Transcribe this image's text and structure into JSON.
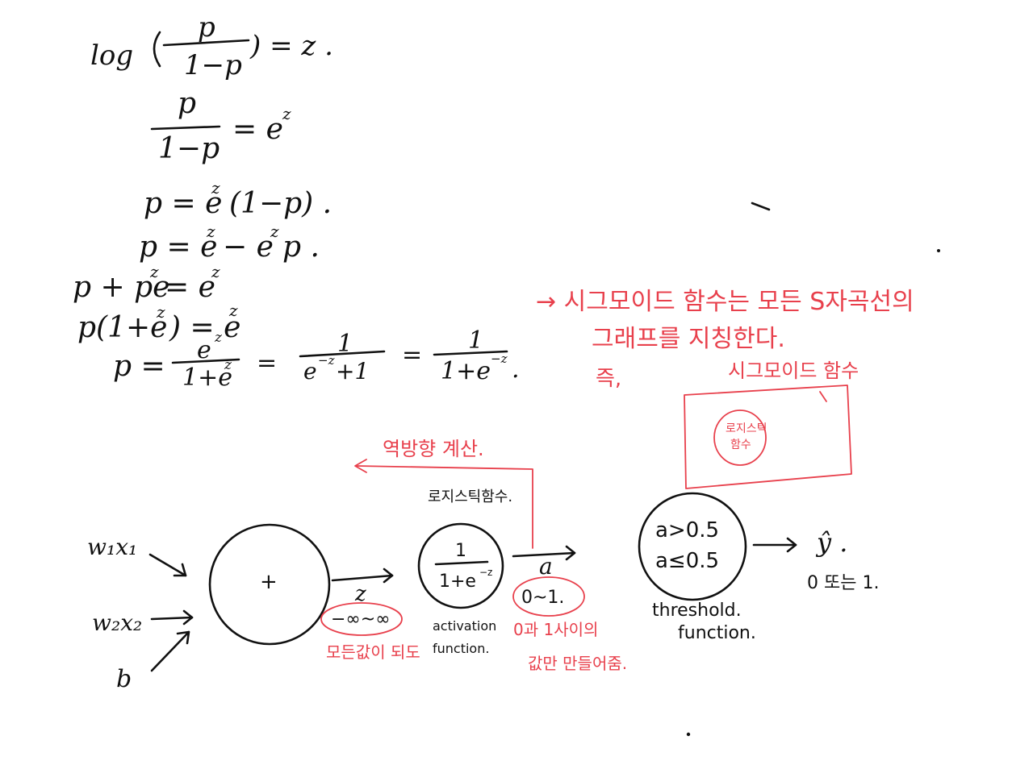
{
  "colors": {
    "ink": "#111111",
    "annotation": "#e8404c",
    "background": "#ffffff"
  },
  "derivation": {
    "line1_log": "log",
    "line1_num": "p",
    "line1_den": "1−p",
    "line1_rhs": ") = z .",
    "line2_num": "p",
    "line2_den": "1−p",
    "line2_rhs": "= e",
    "line2_sup": "z",
    "line3": "p = e",
    "line3_sup": "z",
    "line3_tail": "(1−p) .",
    "line4": "p = e",
    "line4_sup": "z",
    "line4_mid": "− e",
    "line4_sup2": "z",
    "line4_tail": "p .",
    "line5": "p + pe",
    "line5_sup": "z",
    "line5_mid": "= e",
    "line5_sup2": "z",
    "line6": "p(1+e",
    "line6_sup": "z",
    "line6_mid": ") = e",
    "line6_sup2": "z",
    "line7_lhs": "p =",
    "line7_num1": "e",
    "line7_num1_sup": "z",
    "line7_den1": "1+e",
    "line7_den1_sup": "z",
    "line7_eq2": "=",
    "line7_num2": "1",
    "line7_den2": "e",
    "line7_den2_sup": "−z",
    "line7_den2_tail": "+1",
    "line7_eq3": "=",
    "line7_num3": "1",
    "line7_den3": "1+e",
    "line7_den3_sup": "−z",
    "line7_end": "."
  },
  "notes": {
    "sigmoid_line1": "→ 시그모이드 함수는 모든 S자곡선의",
    "sigmoid_line2": "그래프를 지칭한다.",
    "sigmoid_line3": "즉,",
    "sigmoid_box_title": "시그모이드 함수",
    "sigmoid_box_inner_1": "로지스틱",
    "sigmoid_box_inner_2": "함수",
    "backprop": "역방향 계산.",
    "logistic_label": "로지스틱함수.",
    "z_range_label": "모든값이 되도",
    "a_range_label_1": "0과 1사이의",
    "a_range_label_2": "값만 만들어줌."
  },
  "network": {
    "input1": "w₁x₁",
    "input2": "w₂x₂",
    "bias": "b",
    "sum_symbol": "+",
    "z_label": "z",
    "z_range": "−∞~∞",
    "act_num": "1",
    "act_den": "1+e",
    "act_sup": "−z",
    "activation_label_1": "activation",
    "activation_label_2": "function.",
    "a_label": "a",
    "a_range": "0~1.",
    "cond1": "a>0.5",
    "cond2": "a≤0.5",
    "threshold_label_1": "threshold.",
    "threshold_label_2": "function.",
    "output": "ŷ .",
    "output_values": "0 또는 1."
  }
}
